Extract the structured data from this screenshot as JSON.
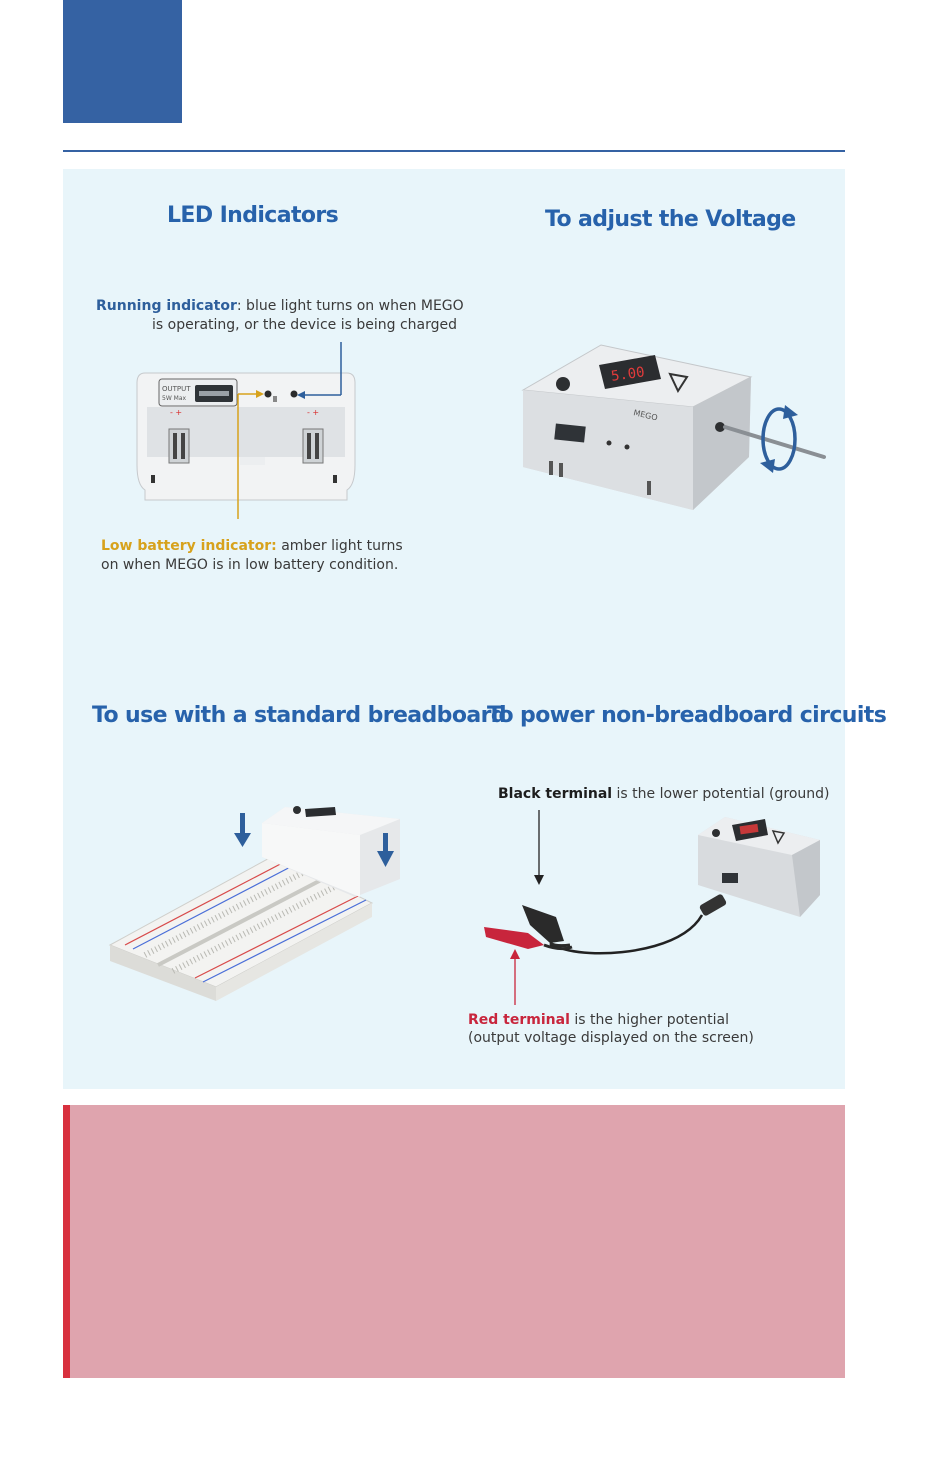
{
  "led": {
    "title": "LED Indicators",
    "running_label": "Running indicator",
    "running_text_1": ": blue light turns on when MEGO",
    "running_text_2": "is operating, or the device is being charged",
    "low_label": "Low battery indicator:",
    "low_text_1": " amber light turns",
    "low_text_2": "on when MEGO is in low battery condition.",
    "port_text_1": "OUTPUT",
    "port_text_2": "5W Max"
  },
  "voltage": {
    "title": "To adjust the Voltage",
    "display": "5.00",
    "brand": "MEGO"
  },
  "breadboard": {
    "title": "To use with a standard breadboard"
  },
  "nonbreadboard": {
    "title": "To power non-breadboard circuits",
    "black_label": "Black terminal",
    "black_text": " is the lower potential (ground)",
    "red_label": "Red terminal",
    "red_text_1": " is the higher potential",
    "red_text_2": "(output voltage displayed on the screen)"
  },
  "colors": {
    "accent_blue": "#3562a3",
    "heading_blue": "#2762ab",
    "panel_bg": "#e8f5fa",
    "amber": "#d7a21c",
    "red": "#c8253c",
    "note_bg": "#dfa4ae",
    "note_bar": "#d8303e"
  }
}
